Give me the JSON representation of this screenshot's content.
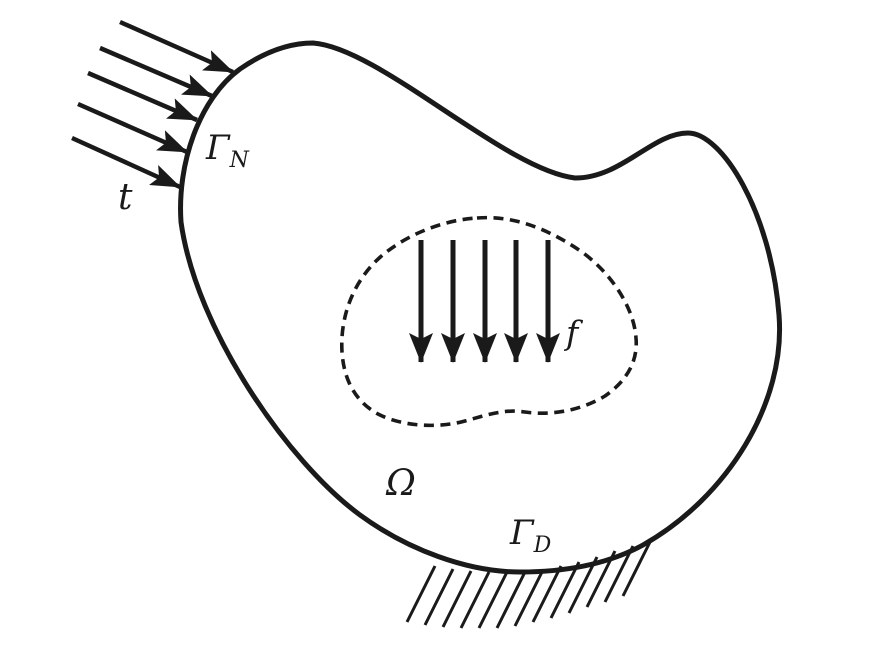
{
  "figure": {
    "type": "continuum-mechanics boundary-value-problem sketch",
    "style": {
      "ink_color": "#1a1a1a",
      "background_color": "#ffffff"
    },
    "labels": {
      "domain": "Ω",
      "neumann": {
        "base": "Γ",
        "sub": "N"
      },
      "dirichlet": {
        "base": "Γ",
        "sub": "D"
      },
      "traction": "t",
      "body_force": "f"
    },
    "counts": {
      "traction_arrows": 5,
      "body_force_arrows": 5,
      "hatch_lines": 13
    }
  }
}
